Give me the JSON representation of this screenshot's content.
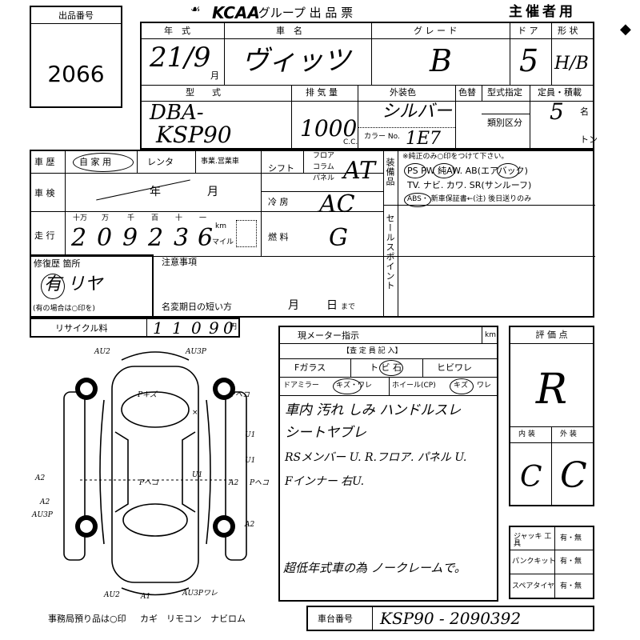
{
  "header": {
    "logo": "KCAA",
    "title": ".グループ 出 品 票",
    "host": "主催者用",
    "lot_label": "出品番号",
    "lot_number": "2066"
  },
  "vehicle": {
    "year_label": "年　式",
    "year_value": "21/9",
    "month_unit": "月",
    "name_label": "車　名",
    "name_value": "ヴィッツ",
    "grade_label": "グ レ ー ド",
    "grade_value": "B",
    "door_label": "ド ア",
    "door_value": "5",
    "shape_label": "形 状",
    "shape_value": "H/B",
    "model_label": "型　　式",
    "model_value_1": "DBA-",
    "model_value_2": "KSP90",
    "disp_label": "排 気 量",
    "disp_value": "1000",
    "disp_unit": "C.C.",
    "color_label": "外装色",
    "color_change_label": "色替",
    "color_value": "シルバー",
    "color_no_label": "カラー No.",
    "color_no_value": "1E7",
    "type_designation_label": "型式指定",
    "class_label": "類別区分",
    "capacity_label": "定員・積載",
    "capacity_value": "5",
    "capacity_unit": "名",
    "ton_unit": "トン"
  },
  "history": {
    "label": "車 歴",
    "options": [
      "自 家 用",
      "レンタ",
      "事業.営業車"
    ],
    "inspection_label": "車 検",
    "inspection_year": "年",
    "inspection_month": "月",
    "mileage_label": "走 行",
    "mileage_units": [
      "十万",
      "万",
      "千",
      "百",
      "十",
      "一"
    ],
    "mileage_digits": [
      "2",
      "0",
      "9",
      "2",
      "3",
      "6"
    ],
    "km_label": "km",
    "mile_label": "マイル"
  },
  "specs": {
    "shift_label": "シフト",
    "shift_options": [
      "フロア",
      "コラム",
      "パネル"
    ],
    "shift_value": "AT",
    "ac_label": "冷 房",
    "ac_value": "AC",
    "fuel_label": "燃 料",
    "fuel_value": "G"
  },
  "equipment": {
    "label": "装備品",
    "note": "※純正のみ○印をつけて下さい。",
    "line1": "PS PW 純AW. AB(エアバック)",
    "line2": "TV. ナビ. カワ. SR(サンルーフ)",
    "line3": "ABS・ 新車保証書←(注) 後日送りのみ"
  },
  "sales_point": {
    "label": "セールスポイント"
  },
  "repair": {
    "label": "修復歴 箇所",
    "value": "有 リヤ",
    "hint": "(有の場合は○印を)"
  },
  "notes": {
    "label": "注意事項",
    "name_change_label": "名変期日の短い方",
    "month": "月",
    "day": "日",
    "until": "まで"
  },
  "recycle": {
    "label": "リサイクル料",
    "digits": [
      "1",
      "1",
      "0",
      "9",
      "0"
    ],
    "unit": "円"
  },
  "meter": {
    "label": "現メーター指示",
    "unit": "km"
  },
  "inspection": {
    "header": "【査 定 員 記 入】",
    "glass_label": "Fガラス",
    "glass_options": [
      "ト ビ 石",
      "ヒビワレ"
    ],
    "mirror_label": "ドアミラー",
    "mirror_options": [
      "キズ・ワレ"
    ],
    "wheel_label": "ホイール(CP)",
    "wheel_options": [
      "キズ",
      "ワレ"
    ],
    "remarks": [
      "車内 汚れ しみ ハンドルスレ",
      "シートヤブレ",
      "RSメンバー U. R.フロア. パネル U.",
      "Fインナー 右U.",
      "超低年式車の為 ノークレームで。"
    ]
  },
  "evaluation": {
    "label": "評 価 点",
    "score": "R",
    "interior_label": "内 装",
    "exterior_label": "外 装",
    "interior_value": "C",
    "exterior_value": "C"
  },
  "tools": {
    "jack_label": "ジャッキ 工 具",
    "jack_value": "有・無",
    "puncture_label": "パンクキット",
    "puncture_value": "有・無",
    "spare_label": "スペアタイヤ",
    "spare_value": "有・無"
  },
  "chassis": {
    "label": "車台番号",
    "value": "KSP90 - 2090392"
  },
  "footer": {
    "office_note": "事務局預り品は○印",
    "items": "カギ　リモコン　ナビロム"
  },
  "diagram_marks": [
    "AU2",
    "AU3P",
    "Pキズ",
    "Pヘコ",
    "A2",
    "U1",
    "U1",
    "A2",
    "AU3P",
    "A2",
    "AU2",
    "A1",
    "AU3Pワレ",
    "Pヘコ",
    "A2",
    "U1",
    "Pヘコ",
    "×"
  ]
}
